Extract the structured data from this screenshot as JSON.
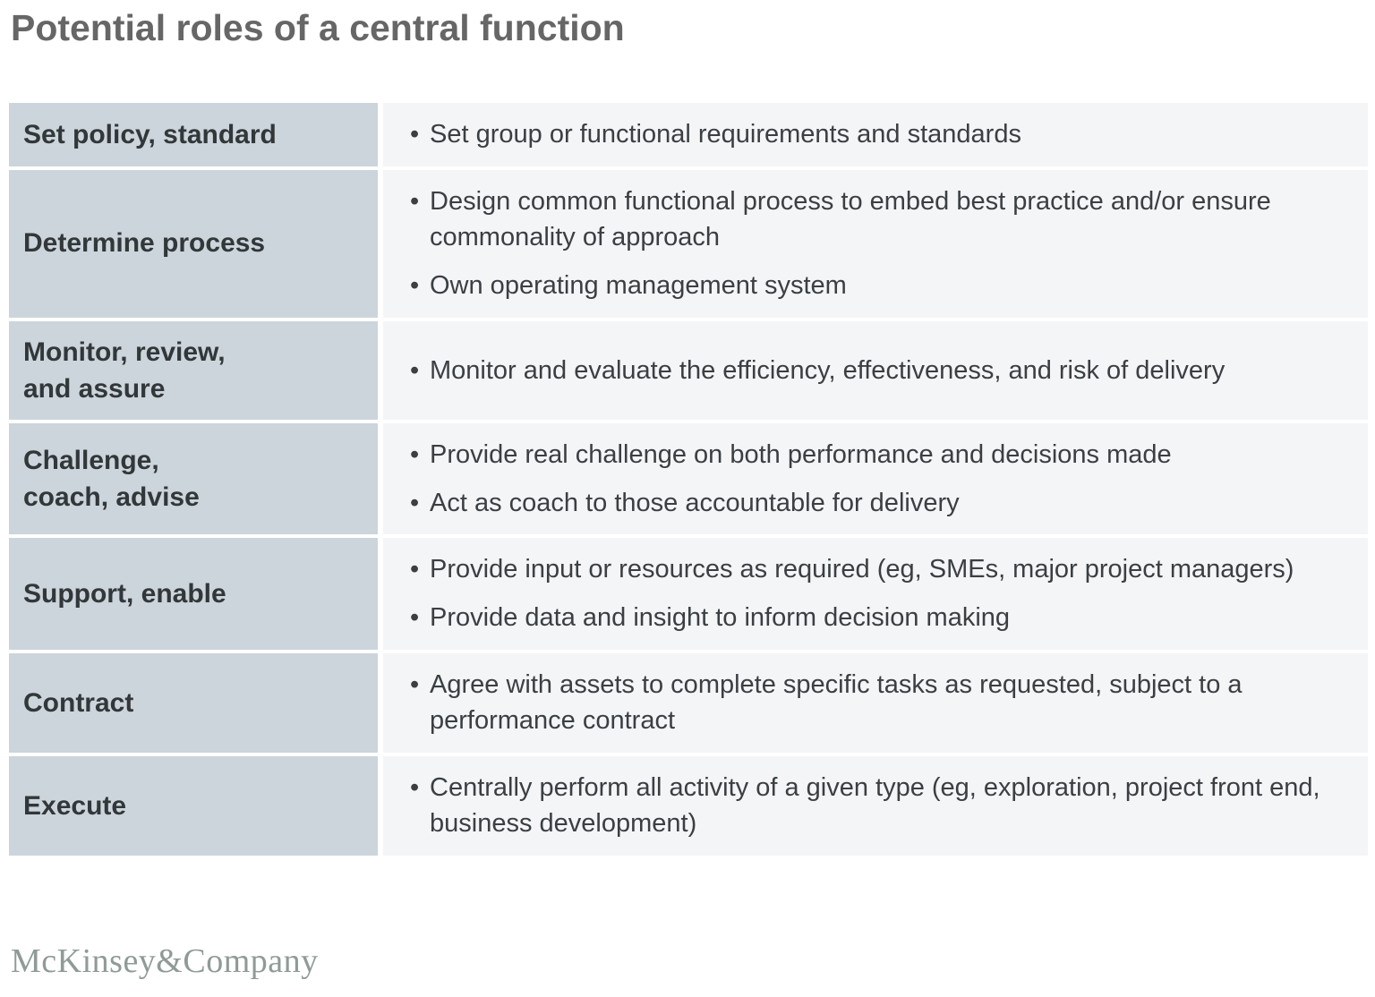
{
  "title": "Potential roles of a central function",
  "bullet_char": "•",
  "colors": {
    "label_bg": "#ccd5db",
    "content_bg": "#f4f5f7",
    "title": "#666666",
    "label_text": "#32373a",
    "body_text": "#3b3f42",
    "logo": "#8f9b95"
  },
  "table": {
    "rows": [
      {
        "label": "Set policy, standard",
        "bullets": [
          "Set group or functional requirements and standards"
        ]
      },
      {
        "label": "Determine process",
        "bullets": [
          "Design common functional process to embed best practice and/or ensure commonality of approach",
          "Own operating management system"
        ]
      },
      {
        "label": "Monitor, review,\nand assure",
        "bullets": [
          "Monitor and evaluate the efficiency, effectiveness, and risk of delivery"
        ]
      },
      {
        "label": "Challenge,\ncoach, advise",
        "bullets": [
          "Provide real challenge on both performance and decisions made",
          "Act as coach to those accountable for delivery"
        ]
      },
      {
        "label": "Support, enable",
        "bullets": [
          "Provide input or resources as required (eg, SMEs, major project managers)",
          "Provide data and insight to inform decision making"
        ]
      },
      {
        "label": "Contract",
        "bullets": [
          "Agree with assets to complete specific tasks as requested, subject to a performance contract"
        ]
      },
      {
        "label": "Execute",
        "bullets": [
          "Centrally perform all activity of a given type (eg, exploration, project front end, business development)"
        ]
      }
    ]
  },
  "footer": {
    "logo_text": "McKinsey&Company"
  }
}
